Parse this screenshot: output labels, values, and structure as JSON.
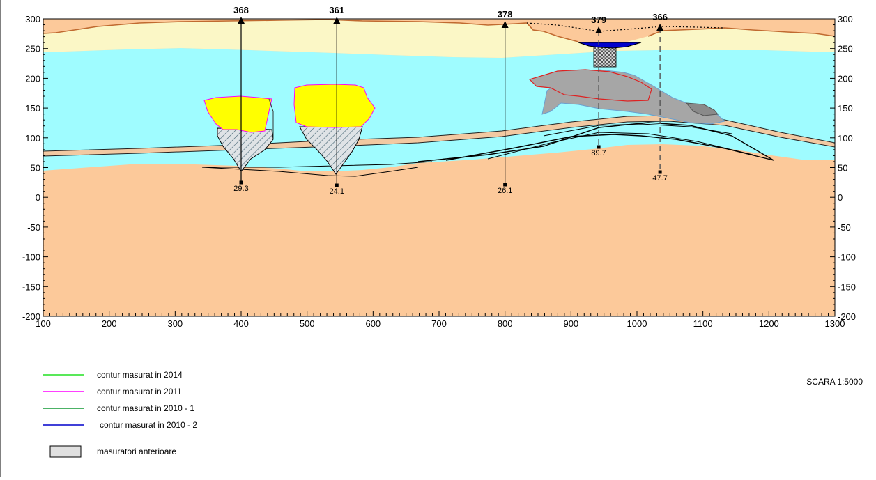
{
  "section": {
    "x_ticks": [
      100,
      200,
      300,
      400,
      500,
      600,
      700,
      800,
      900,
      1000,
      1100,
      1200,
      1300
    ],
    "y_ticks": [
      300,
      250,
      200,
      150,
      100,
      50,
      0,
      -50,
      -100,
      -150,
      -200
    ],
    "x_range": [
      100,
      1300
    ],
    "y_range": [
      -200,
      300
    ]
  },
  "boreholes": [
    {
      "id": "368",
      "x": 400,
      "depth_label": "29.3",
      "style": "solid"
    },
    {
      "id": "361",
      "x": 545,
      "depth_label": "24.1",
      "style": "solid"
    },
    {
      "id": "378",
      "x": 800,
      "depth_label": "26.1",
      "style": "solid"
    },
    {
      "id": "379",
      "x": 942,
      "depth_label": "89.7",
      "style": "dashed"
    },
    {
      "id": "366",
      "x": 1035,
      "depth_label": "47.7",
      "style": "dashed"
    }
  ],
  "legend": [
    {
      "label": "contur masurat in 2014",
      "color": "#22e022",
      "kind": "line"
    },
    {
      "label": "contur masurat in 2011",
      "color": "#ff00ff",
      "kind": "line"
    },
    {
      "label": "contur masurat in 2010 - 1",
      "color": "#119933",
      "kind": "line"
    },
    {
      "label": "contur masurat in 2010 - 2",
      "color": "#0000cc",
      "kind": "line"
    },
    {
      "label": "masuratori anterioare",
      "color": "#e0e0e0",
      "kind": "box"
    }
  ],
  "scale": "SCARA 1:5000",
  "colors": {
    "topsoil": "#fbf7c6",
    "water_layer": "#9ffcff",
    "bedrock": "#fcc99a",
    "cavity_fill": "#ffff00",
    "gray_body": "#a6a6a6",
    "surface_line": "#c06a30"
  }
}
